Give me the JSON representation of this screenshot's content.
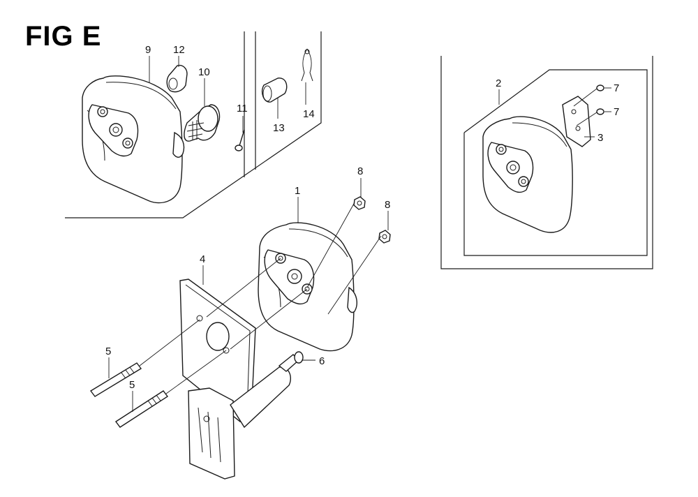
{
  "figure": {
    "title": "FIG E"
  },
  "callouts": {
    "p1": "1",
    "p2": "2",
    "p3": "3",
    "p4": "4",
    "p5a": "5",
    "p5b": "5",
    "p6": "6",
    "p7a": "7",
    "p7b": "7",
    "p8a": "8",
    "p8b": "8",
    "p9": "9",
    "p10": "10",
    "p11": "11",
    "p12": "12",
    "p13": "13",
    "p14": "14"
  }
}
